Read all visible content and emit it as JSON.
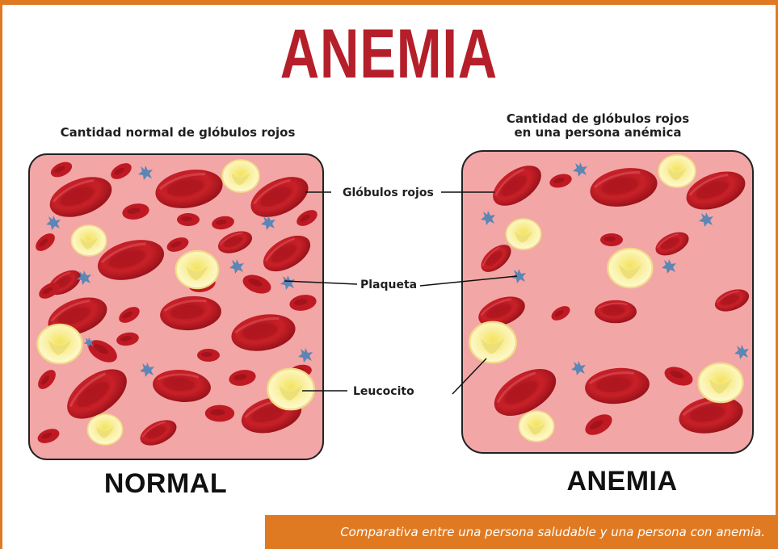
{
  "title": "ANEMIA",
  "left_panel": {
    "caption": "Cantidad normal de glóbulos rojos",
    "label": "NORMAL"
  },
  "right_panel": {
    "caption_line1": "Cantidad de glóbulos rojos",
    "caption_line2": "en una persona anémica",
    "label": "ANEMIA"
  },
  "pointers": {
    "red_cells": "Glóbulos rojos",
    "platelet": "Plaqueta",
    "white_cell": "Leucocito"
  },
  "footer": {
    "caption": "Comparativa entre una persona saludable y una persona con anemia."
  },
  "colors": {
    "frame_accent": "#e07a22",
    "title_red": "#b51f2a",
    "tissue_pink": "#f3a6a6",
    "red_cell": "#c41c24",
    "white_cell": "#fbf6b8",
    "platelet": "#5b86b5"
  }
}
